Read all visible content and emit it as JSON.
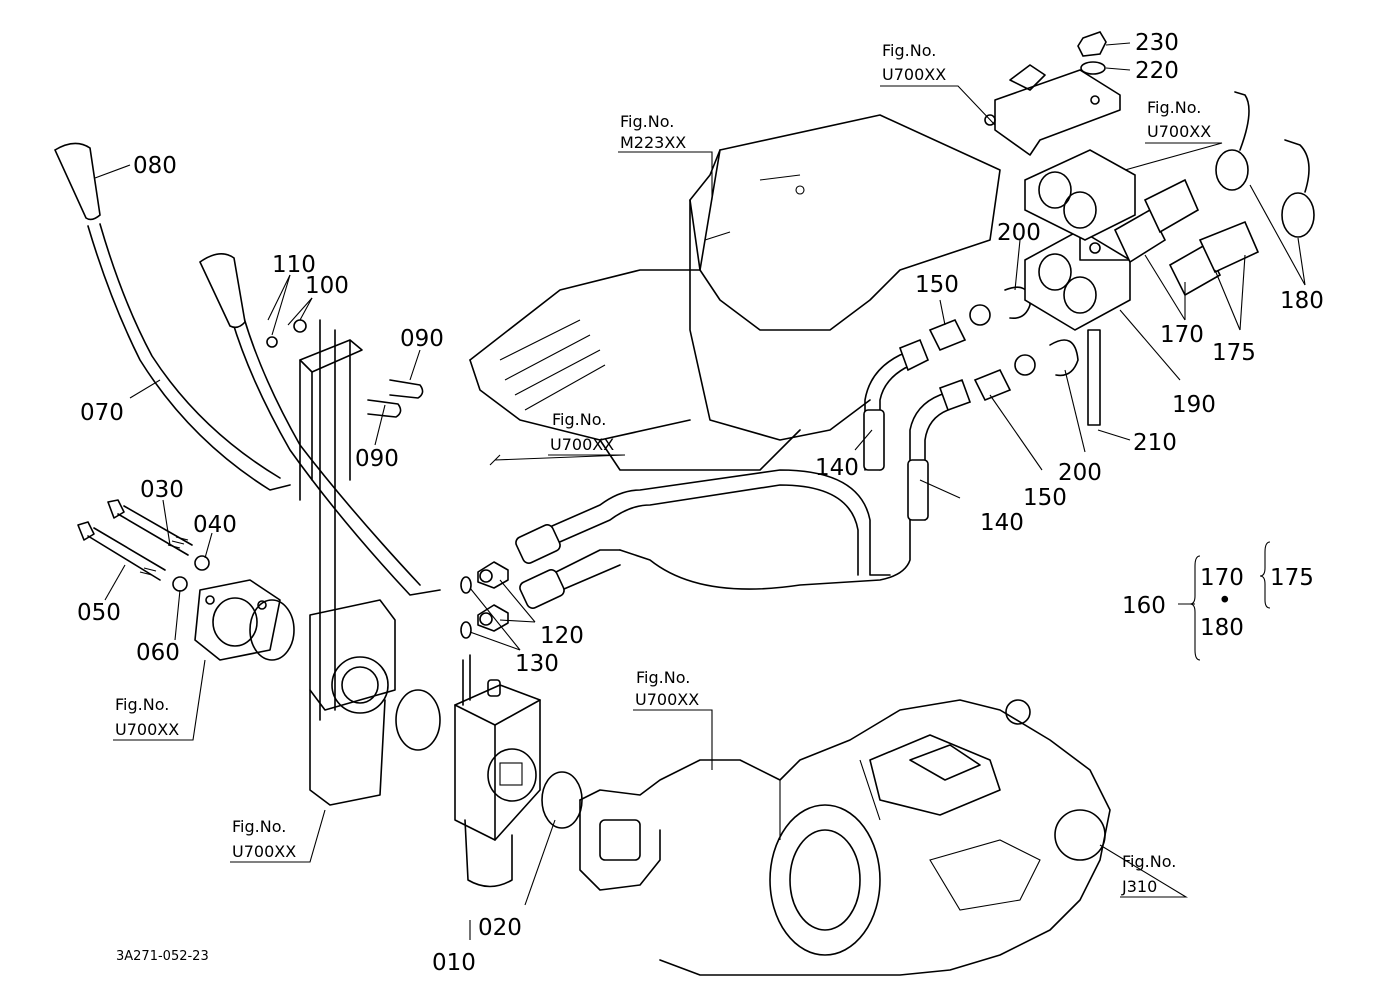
{
  "labels": {
    "p010": "010",
    "p020": "020",
    "p030": "030",
    "p040": "040",
    "p050": "050",
    "p060": "060",
    "p070": "070",
    "p080": "080",
    "p090a": "090",
    "p090b": "090",
    "p100": "100",
    "p110": "110",
    "p120": "120",
    "p130": "130",
    "p140a": "140",
    "p140b": "140",
    "p150a": "150",
    "p150b": "150",
    "p160": "160",
    "p170": "170",
    "p170b": "170",
    "p175": "175",
    "p175b": "175",
    "p180": "180",
    "p180b": "180",
    "p190": "190",
    "p200a": "200",
    "p200b": "200",
    "p210": "210",
    "p220": "220",
    "p230": "230",
    "dot": "•"
  },
  "figrefs": {
    "fig_word": "Fig.No.",
    "ref_m223": "M223XX",
    "ref_u700_top": "U700XX",
    "ref_u700_right": "U700XX",
    "ref_u700_mid": "U700XX",
    "ref_u700_left": "U700XX",
    "ref_u700_bottom": "U700XX",
    "ref_u700_center": "U700XX",
    "ref_j310": "J310"
  },
  "drawing_code": "3A271-052-23"
}
